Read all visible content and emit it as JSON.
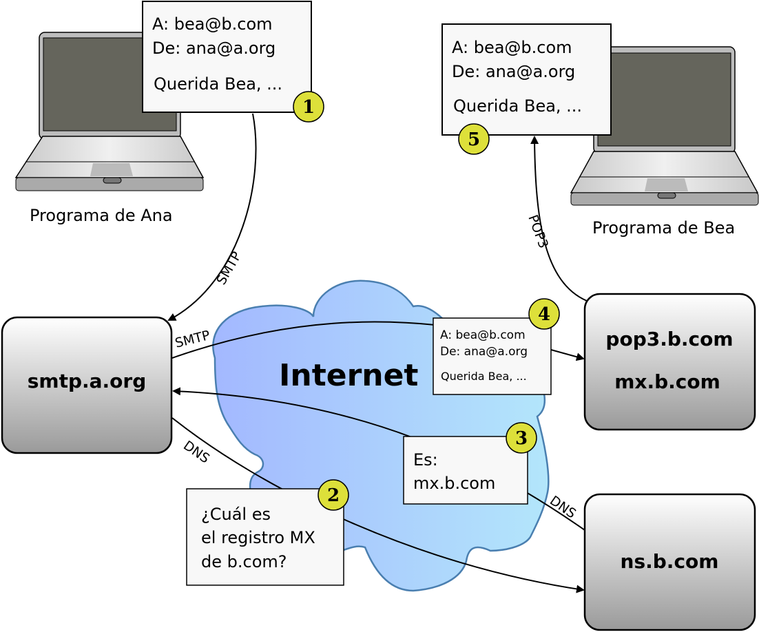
{
  "colors": {
    "badge": "#dde03a",
    "cloud_stroke": "#4a7fb0",
    "cloud_left": "#a3b8ff",
    "cloud_right": "#b3e6fb"
  },
  "laptops": [
    {
      "label": "Programa de Ana"
    },
    {
      "label": "Programa de Bea"
    }
  ],
  "letter1": {
    "to": "A: bea@b.com",
    "from": "De: ana@a.org",
    "body": "Querida Bea, ...",
    "badge": "1"
  },
  "letter5": {
    "to": "A: bea@b.com",
    "from": "De: ana@a.org",
    "body": "Querida Bea, ...",
    "badge": "5"
  },
  "letter4": {
    "to": "A: bea@b.com",
    "from": "De: ana@a.org",
    "body": "Querida Bea, ...",
    "badge": "4"
  },
  "query2": {
    "lines": [
      "¿Cuál es",
      "el registro MX",
      "de b.com?"
    ],
    "badge": "2"
  },
  "answer3": {
    "lines": [
      "Es:",
      "mx.b.com"
    ],
    "badge": "3"
  },
  "servers": {
    "smtp": "smtp.a.org",
    "pop3": "pop3.b.com",
    "mx": "mx.b.com",
    "ns": "ns.b.com"
  },
  "cloud": {
    "label": "Internet"
  },
  "edges": {
    "smtp1": "SMTP",
    "smtp2": "SMTP",
    "dns1": "DNS",
    "dns2": "DNS",
    "pop3": "POP3"
  }
}
